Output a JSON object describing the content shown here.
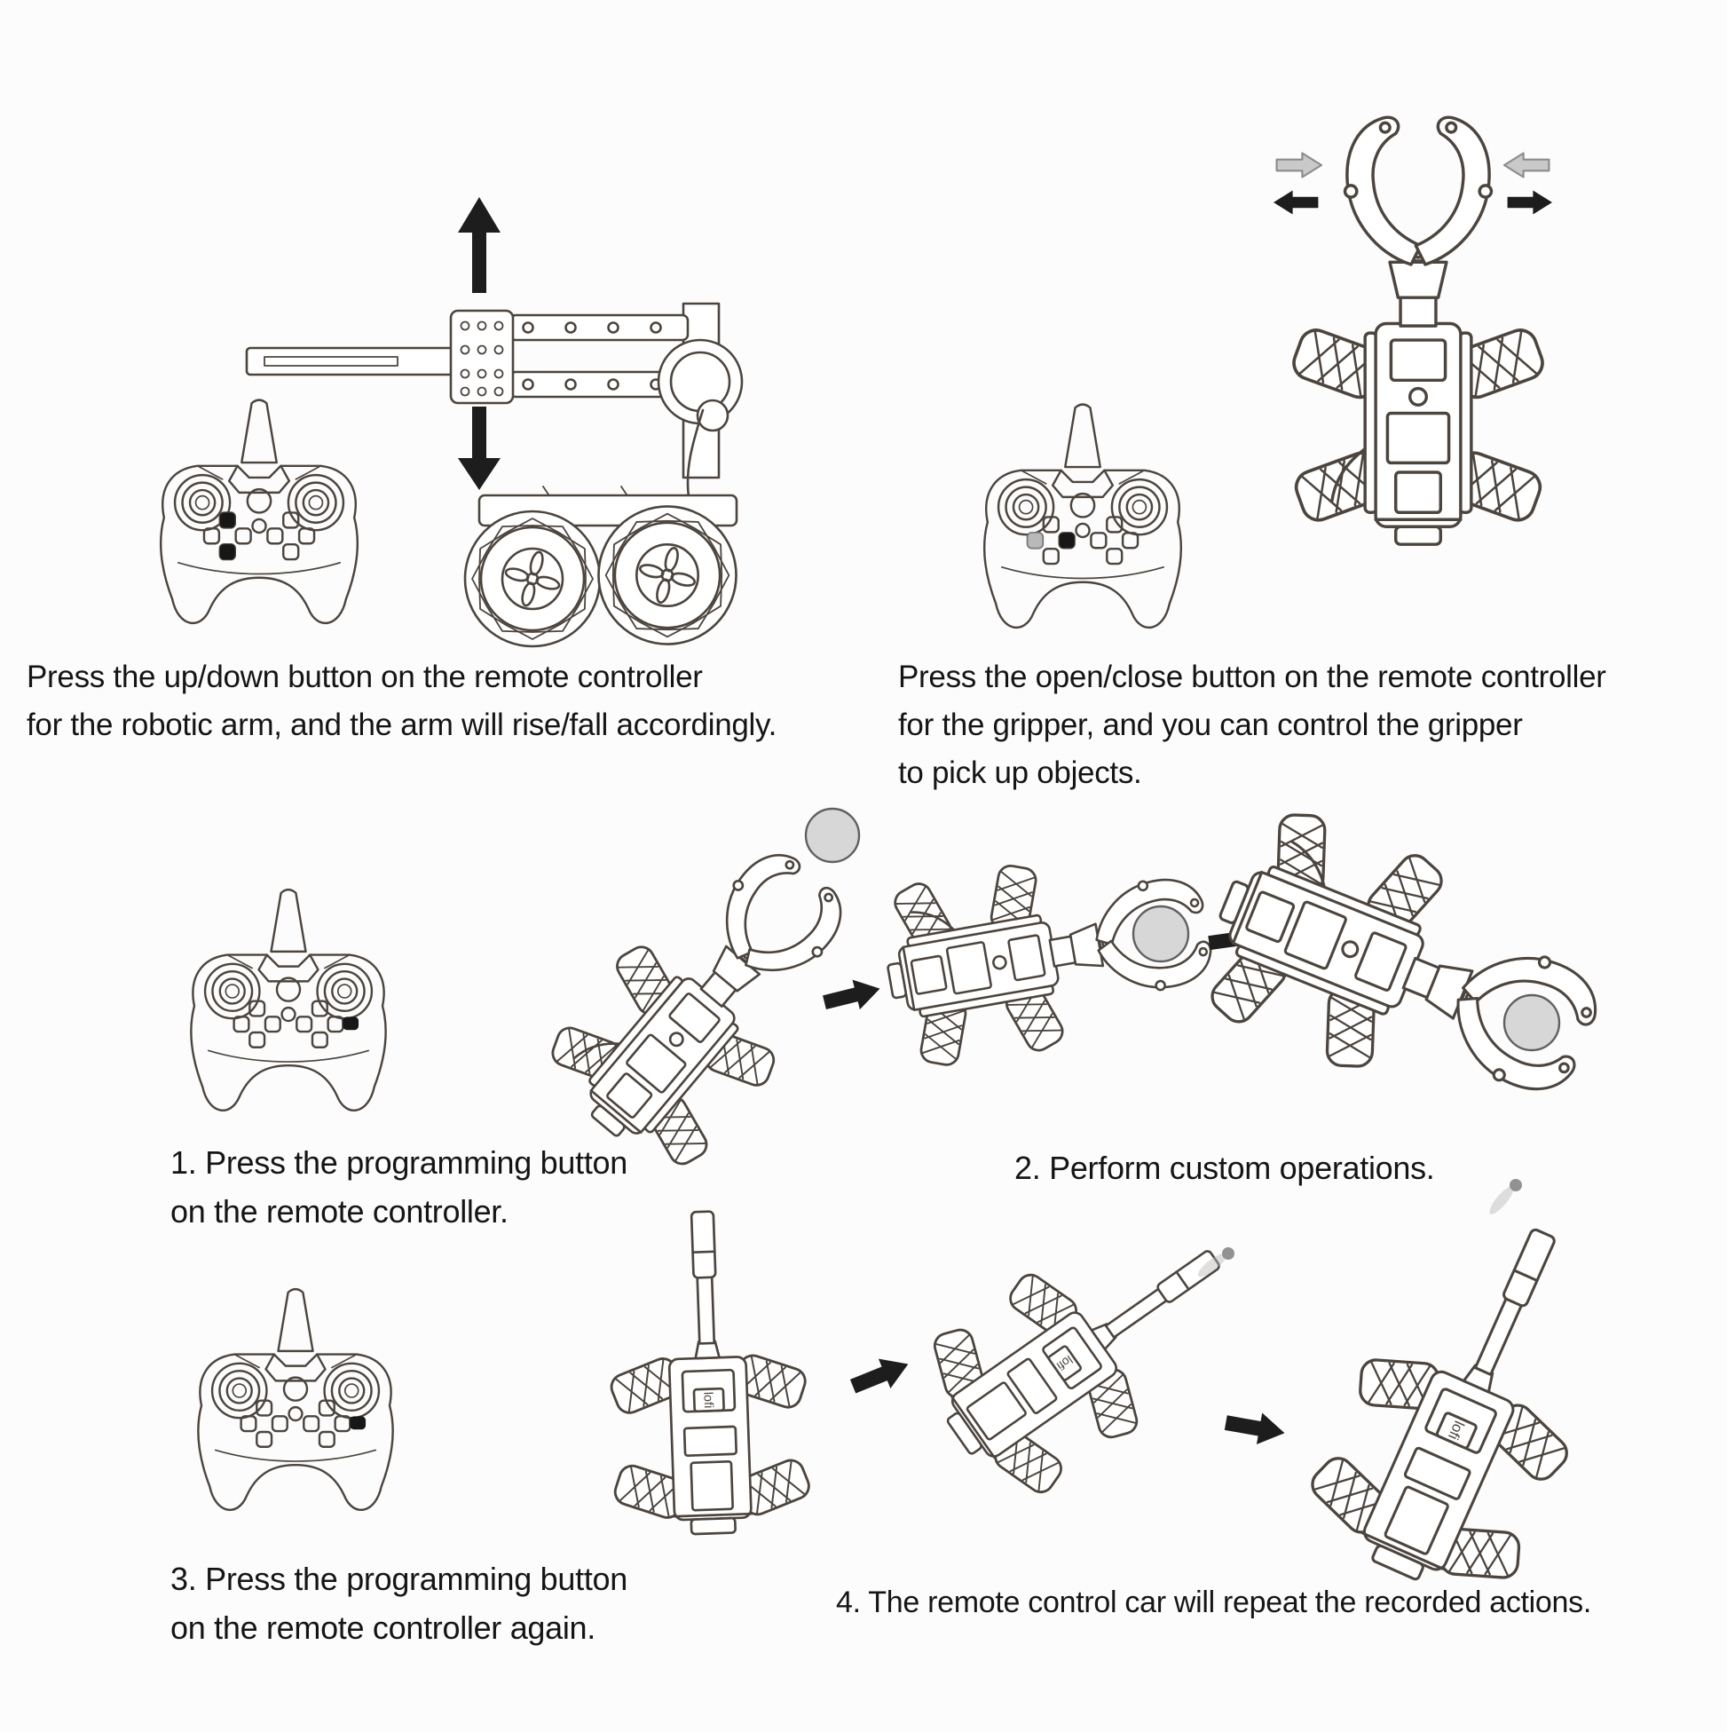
{
  "colors": {
    "background": "#fcfcfc",
    "ink": "#4c453e",
    "text": "#151515",
    "arrow_black": "#1d1d1d",
    "arrow_gray_fill": "#c9c9c9",
    "arrow_gray_stroke": "#8c8c8c",
    "ball_fill": "#d7d7d7",
    "ball_stroke": "#606060",
    "small_ball": "#929292",
    "button_highlight_black": "#171717",
    "button_highlight_gray": "#b9b9b9"
  },
  "captions": {
    "arm_up_down": {
      "line1": "Press the up/down button on the remote controller",
      "line2": "for the robotic arm, and the arm will rise/fall accordingly."
    },
    "gripper_open_close": {
      "line1": "Press the open/close button on the remote controller",
      "line2": "for the gripper, and you can control the gripper",
      "line3": "to pick up objects."
    },
    "step1": {
      "line1": "1. Press the programming button",
      "line2": "on the remote controller."
    },
    "step2": "2. Perform custom operations.",
    "step3": {
      "line1": "3. Press the programming button",
      "line2": "on the remote controller again."
    },
    "step4": "4. The remote control car will repeat the recorded actions."
  },
  "robot_body_label": "lofi"
}
